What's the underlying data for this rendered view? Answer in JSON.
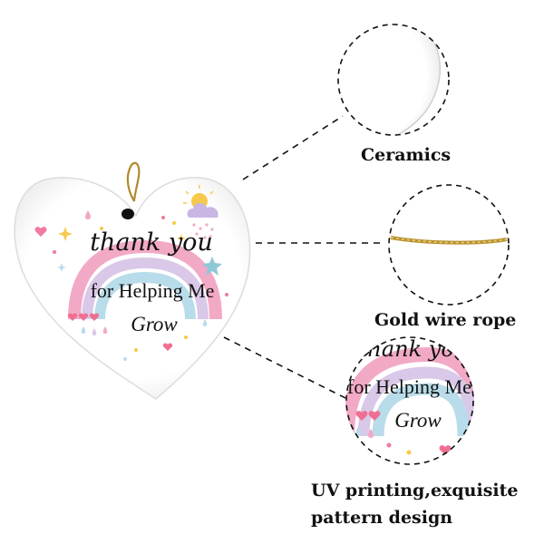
{
  "ornament": {
    "line1": "thank you",
    "line2": "for Helping Me",
    "line3": "Grow"
  },
  "callouts": {
    "ceramics": "Ceramics",
    "rope": "Gold wire rope",
    "uv_line1": "UV printing,exquisite",
    "uv_line2": "pattern design"
  },
  "zoom": {
    "line1": "thank you",
    "line2": "for Helping Me",
    "line3": "Grow"
  },
  "colors": {
    "rainbow_pink": "#f2a9c6",
    "rainbow_blue": "#b9dcea",
    "rainbow_lilac": "#d9c8e8",
    "gold": "#c8a23a",
    "cloud": "#c9b6e4",
    "star": "#8fc8d6"
  }
}
